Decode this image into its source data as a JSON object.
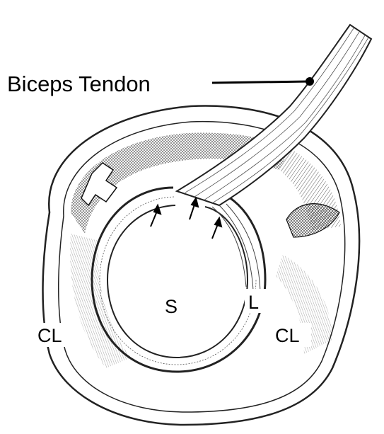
{
  "labels": {
    "tendon": "Biceps Tendon",
    "superior": "S",
    "labrum": "L",
    "capsular_left": "CL",
    "capsular_right": "CL"
  },
  "colors": {
    "ink": "#000000",
    "paper": "#ffffff",
    "line": "#222222"
  }
}
